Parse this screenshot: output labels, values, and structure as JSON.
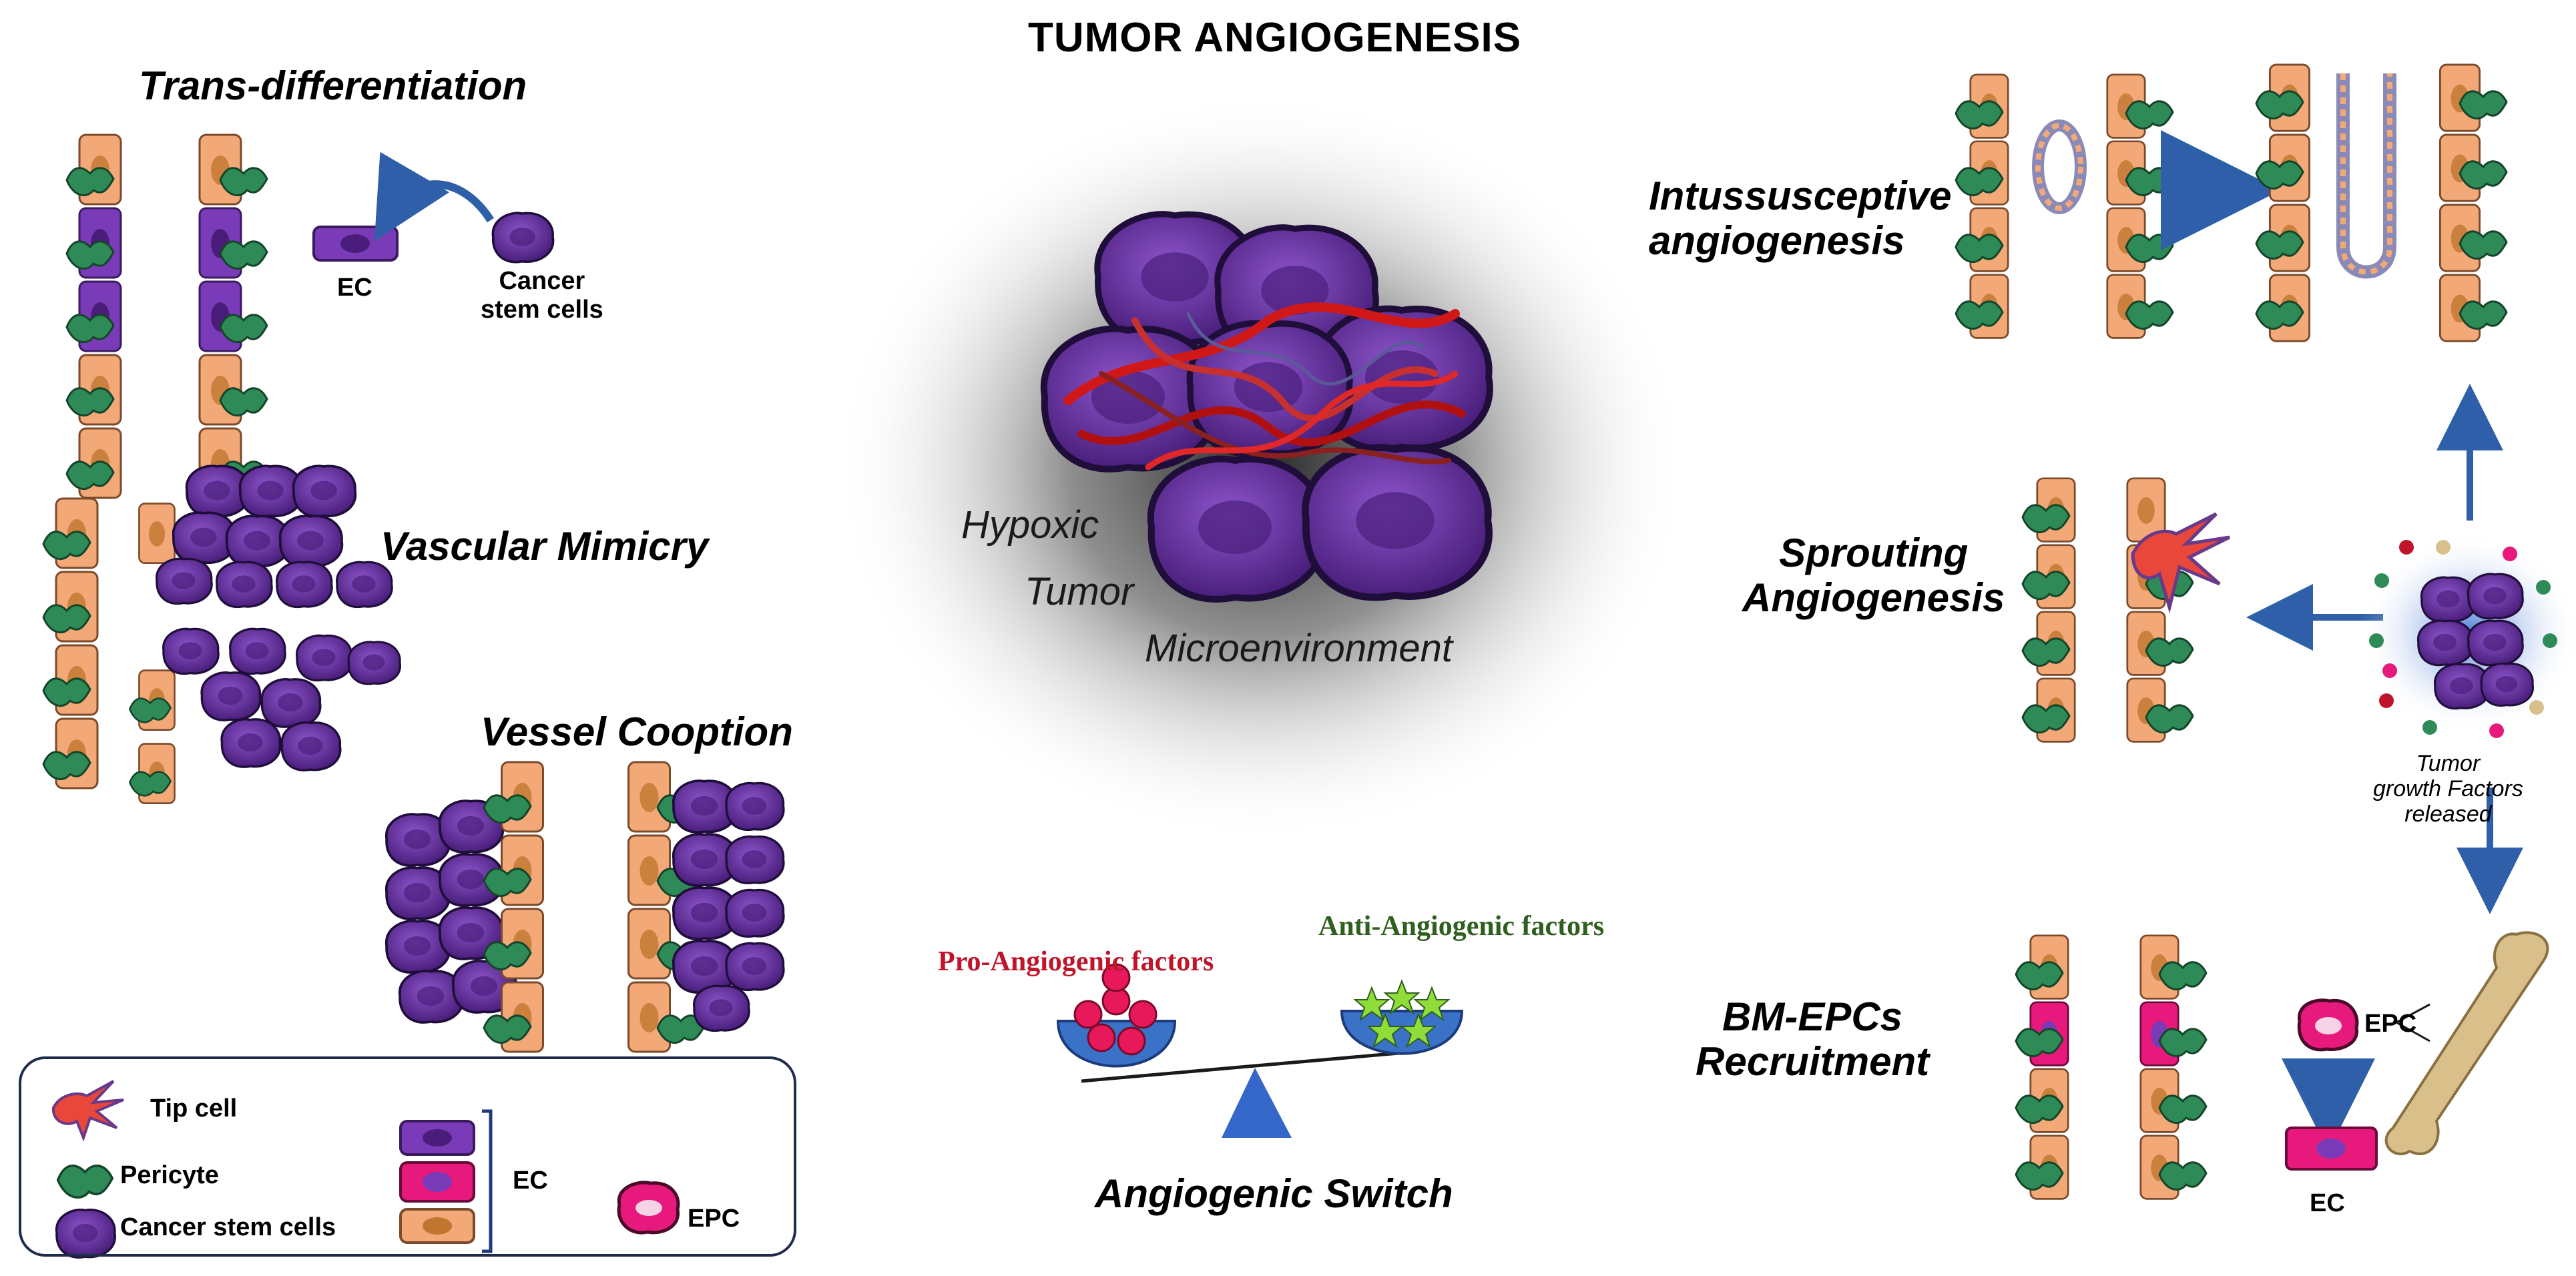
{
  "title": "TUMOR ANGIOGENESIS",
  "sections": {
    "trans_diff": {
      "title": "Trans-differentiation",
      "ec_label": "EC",
      "csc_label": "Cancer\nstem cells"
    },
    "vascular_mimicry": {
      "title": "Vascular Mimicry"
    },
    "vessel_cooption": {
      "title": "Vessel Cooption"
    },
    "intussusceptive": {
      "title": "Intussusceptive\nangiogenesis"
    },
    "sprouting": {
      "title": "Sprouting\nAngiogenesis"
    },
    "bm_epcs": {
      "title": "BM-EPCs\nRecruitment",
      "epc_label": "EPC",
      "ec_label": "EC"
    },
    "tumor_factors": "Tumor\ngrowth Factors\nreleased"
  },
  "center": {
    "hypoxic": [
      "Hypoxic",
      "Tumor",
      "Microenvironment"
    ]
  },
  "switch": {
    "pro_label": "Pro-Angiogenic factors",
    "anti_label": "Anti-Angiogenic factors",
    "caption": "Angiogenic Switch"
  },
  "legend": {
    "tip_cell": "Tip cell",
    "pericyte": "Pericyte",
    "csc": "Cancer stem cells",
    "ec": "EC",
    "epc": "EPC"
  },
  "colors": {
    "endothelial": "#f3a877",
    "pericyte": "#2e8b57",
    "csc": "#6a2fa5",
    "epc": "#e8197c",
    "tip_cell": "#e8473a",
    "arrow": "#2f5fa8",
    "bone": "#d9c08a"
  }
}
